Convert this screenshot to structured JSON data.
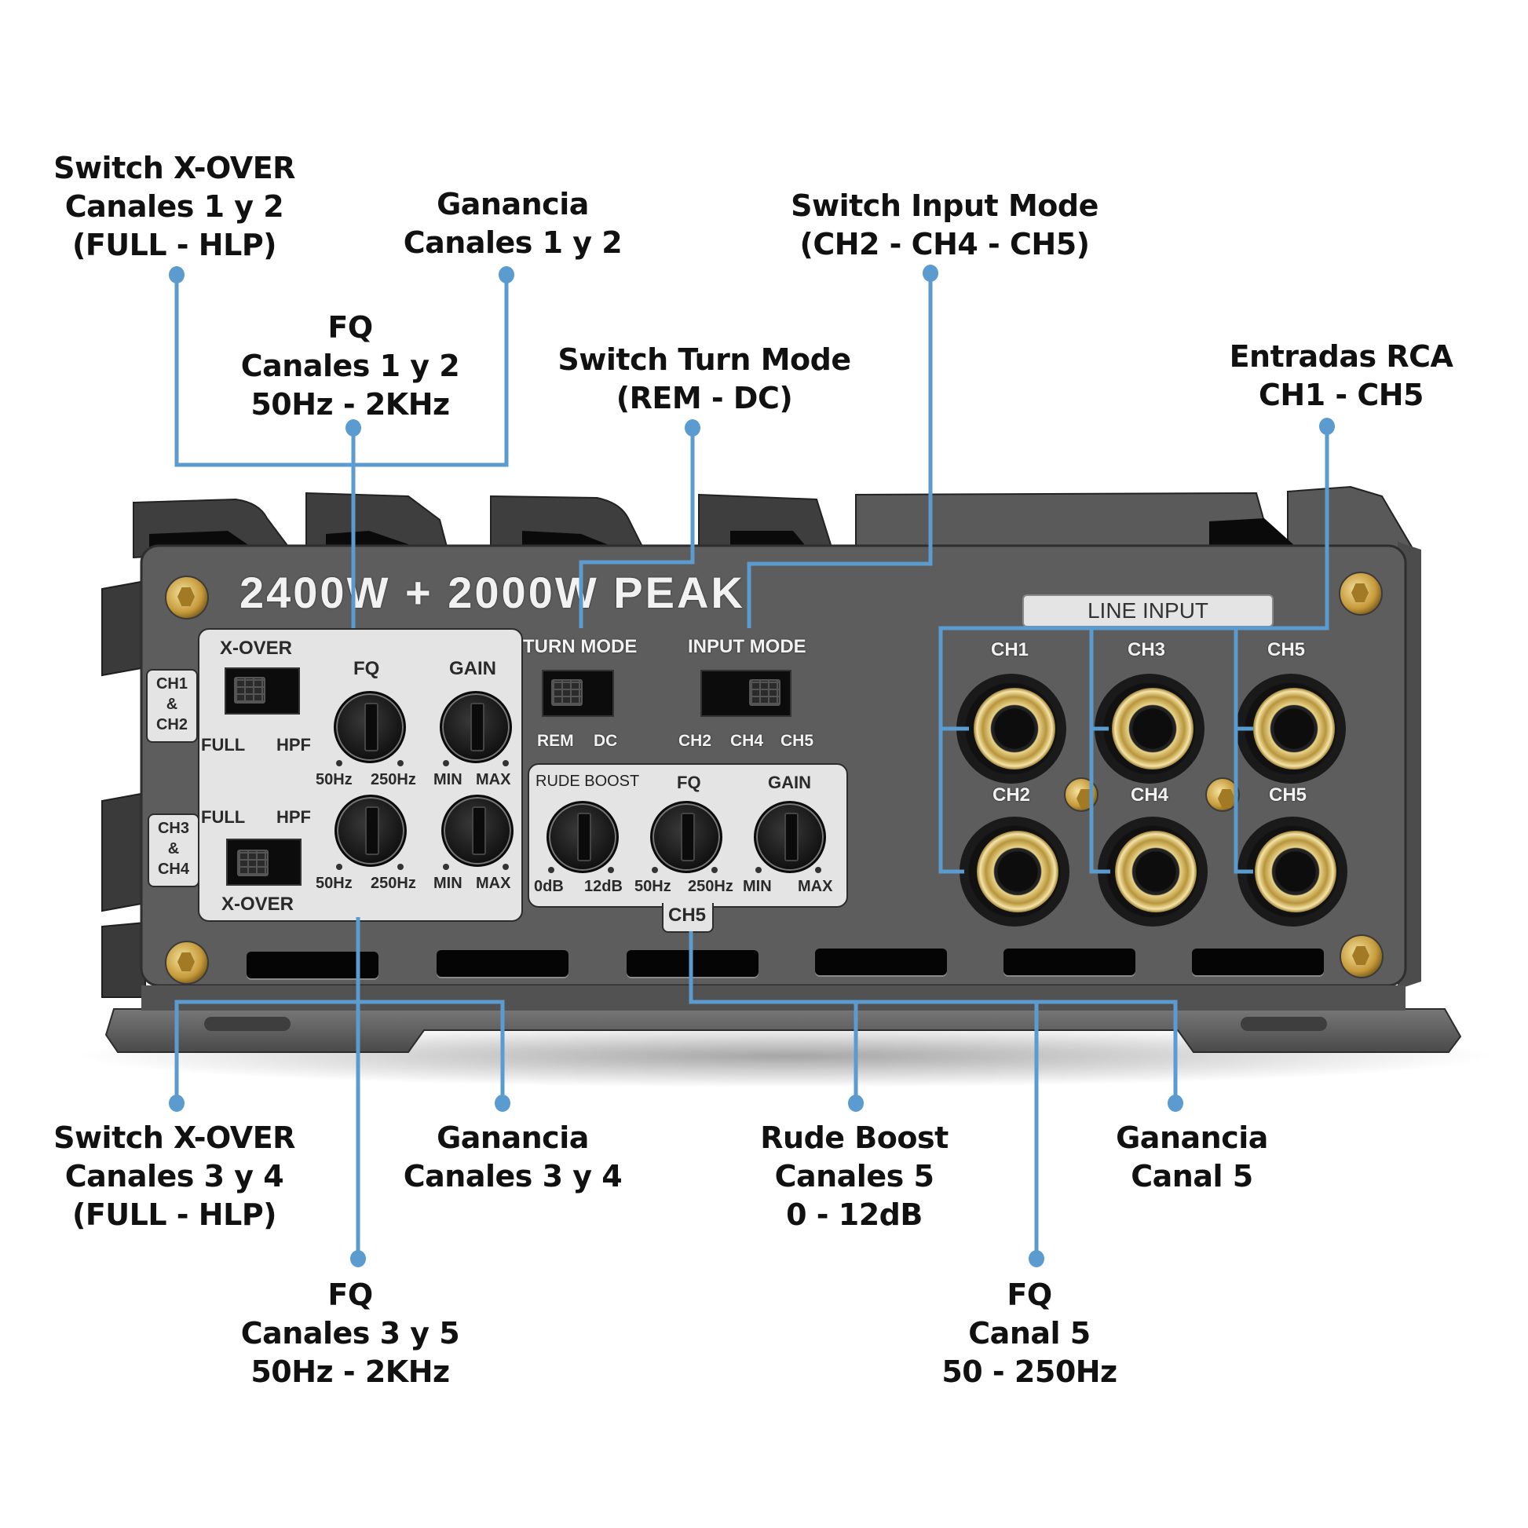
{
  "title": "Amplifier control panel diagram",
  "colors": {
    "callout_line": "#5b9bcf",
    "panel": "#5c5c5c",
    "label_plate": "#e4e4e4",
    "text": "#111111"
  },
  "amplifier": {
    "power_rating": "2400W + 2000W PEAK",
    "ch12_badge": [
      "CH1",
      "&",
      "CH2"
    ],
    "ch34_badge": [
      "CH3",
      "&",
      "CH4"
    ],
    "ch12_section": {
      "xover_label": "X-OVER",
      "xover_options": [
        "FULL",
        "HPF"
      ],
      "fq_label": "FQ",
      "fq_range": [
        "50Hz",
        "250Hz"
      ],
      "gain_label": "GAIN",
      "gain_range": [
        "MIN",
        "MAX"
      ]
    },
    "ch34_section": {
      "xover_label": "X-OVER",
      "xover_options": [
        "FULL",
        "HPF"
      ],
      "fq_range": [
        "50Hz",
        "250Hz"
      ],
      "gain_range": [
        "MIN",
        "MAX"
      ]
    },
    "turn_mode": {
      "label": "TURN MODE",
      "options": [
        "REM",
        "DC"
      ]
    },
    "input_mode": {
      "label": "INPUT MODE",
      "options": [
        "CH2",
        "CH4",
        "CH5"
      ]
    },
    "ch5_section": {
      "badge": "CH5",
      "rude_boost_label": "RUDE BOOST",
      "rude_boost_range": [
        "0dB",
        "12dB"
      ],
      "fq_label": "FQ",
      "fq_range": [
        "50Hz",
        "250Hz"
      ],
      "gain_label": "GAIN",
      "gain_range": [
        "MIN",
        "MAX"
      ]
    },
    "line_input": {
      "label": "LINE INPUT",
      "jacks_top": [
        "CH1",
        "CH3",
        "CH5"
      ],
      "jacks_bottom": [
        "CH2",
        "CH4",
        "CH5"
      ]
    }
  },
  "callouts_top": [
    {
      "id": "xover-12",
      "lines": [
        "Switch X-OVER",
        "Canales 1 y 2",
        "(FULL - HLP)"
      ]
    },
    {
      "id": "gain-12",
      "lines": [
        "Ganancia",
        "Canales 1 y 2"
      ]
    },
    {
      "id": "fq-12",
      "lines": [
        "FQ",
        "Canales 1 y 2",
        "50Hz - 2KHz"
      ]
    },
    {
      "id": "turn-mode",
      "lines": [
        "Switch Turn Mode",
        "(REM - DC)"
      ]
    },
    {
      "id": "input-mode",
      "lines": [
        "Switch Input Mode",
        "(CH2 - CH4 - CH5)"
      ]
    },
    {
      "id": "rca-inputs",
      "lines": [
        "Entradas RCA",
        "CH1 - CH5"
      ]
    }
  ],
  "callouts_bottom": [
    {
      "id": "xover-34",
      "lines": [
        "Switch X-OVER",
        "Canales 3 y 4",
        "(FULL - HLP)"
      ]
    },
    {
      "id": "gain-34",
      "lines": [
        "Ganancia",
        "Canales 3 y 4"
      ]
    },
    {
      "id": "fq-34",
      "lines": [
        "FQ",
        "Canales 3 y 5",
        "50Hz - 2KHz"
      ]
    },
    {
      "id": "rude-boost",
      "lines": [
        "Rude Boost",
        "Canales 5",
        "0 - 12dB"
      ]
    },
    {
      "id": "gain-5",
      "lines": [
        "Ganancia",
        "Canal 5"
      ]
    },
    {
      "id": "fq-5",
      "lines": [
        "FQ",
        "Canal 5",
        "50 - 250Hz"
      ]
    }
  ]
}
